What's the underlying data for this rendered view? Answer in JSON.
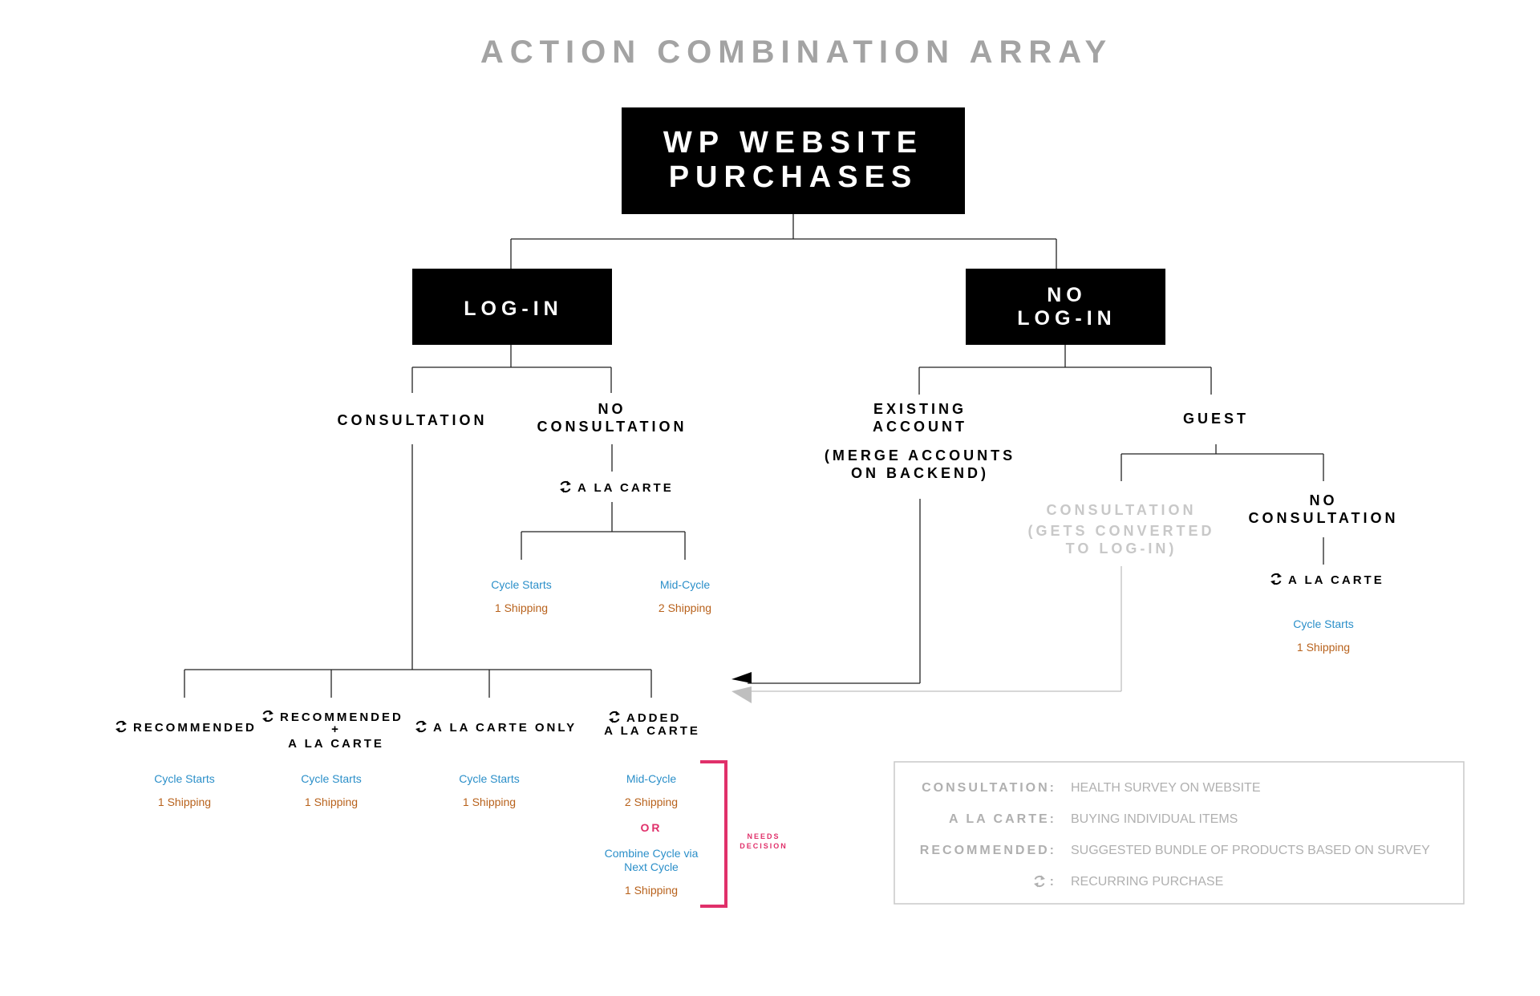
{
  "title": "ACTION COMBINATION ARRAY",
  "root": {
    "line1": "WP WEBSITE",
    "line2": "PURCHASES"
  },
  "login": {
    "label": "LOG-IN"
  },
  "no_login": {
    "line1": "NO",
    "line2": "LOG-IN"
  },
  "consultation": "CONSULTATION",
  "no_consultation": {
    "line1": "NO",
    "line2": "CONSULTATION"
  },
  "a_la_carte": "A LA CARTE",
  "existing_account": {
    "line1": "EXISTING",
    "line2": "ACCOUNT",
    "note1": "(MERGE ACCOUNTS",
    "note2": "ON BACKEND)"
  },
  "guest": "GUEST",
  "guest_consultation": {
    "line1": "CONSULTATION",
    "line2": "(GETS CONVERTED",
    "line3": "TO LOG-IN)"
  },
  "guest_no_consultation": {
    "line1": "NO",
    "line2": "CONSULTATION"
  },
  "cycle_starts": "Cycle Starts",
  "mid_cycle": "Mid-Cycle",
  "one_shipping": "1 Shipping",
  "two_shipping": "2 Shipping",
  "options": {
    "recommended": "RECOMMENDED",
    "rec_plus": {
      "line1": "RECOMMENDED",
      "plus": "+",
      "line2": "A LA CARTE"
    },
    "a_la_carte_only": "A LA CARTE ONLY",
    "added": {
      "line1": "ADDED",
      "line2": "A LA CARTE"
    }
  },
  "or_label": "OR",
  "combine_cycle": {
    "line1": "Combine Cycle via",
    "line2": "Next Cycle"
  },
  "needs_decision": {
    "line1": "NEEDS",
    "line2": "DECISION"
  },
  "legend": {
    "consultation_term": "CONSULTATION:",
    "consultation_def": "HEALTH SURVEY ON WEBSITE",
    "alacarte_term": "A LA CARTE:",
    "alacarte_def": "BUYING INDIVIDUAL ITEMS",
    "recommended_term": "RECOMMENDED:",
    "recommended_def": "SUGGESTED BUNDLE OF PRODUCTS BASED ON SURVEY",
    "recurring_term": ":",
    "recurring_def": "RECURRING PURCHASE"
  },
  "icons": {
    "recurring": "recurring-arrows-icon",
    "arrow": "arrow-left-icon"
  },
  "colors": {
    "cycle": "#2b8fc9",
    "shipping": "#b8621c",
    "decision": "#e0306a",
    "muted": "#b0b0b0"
  }
}
